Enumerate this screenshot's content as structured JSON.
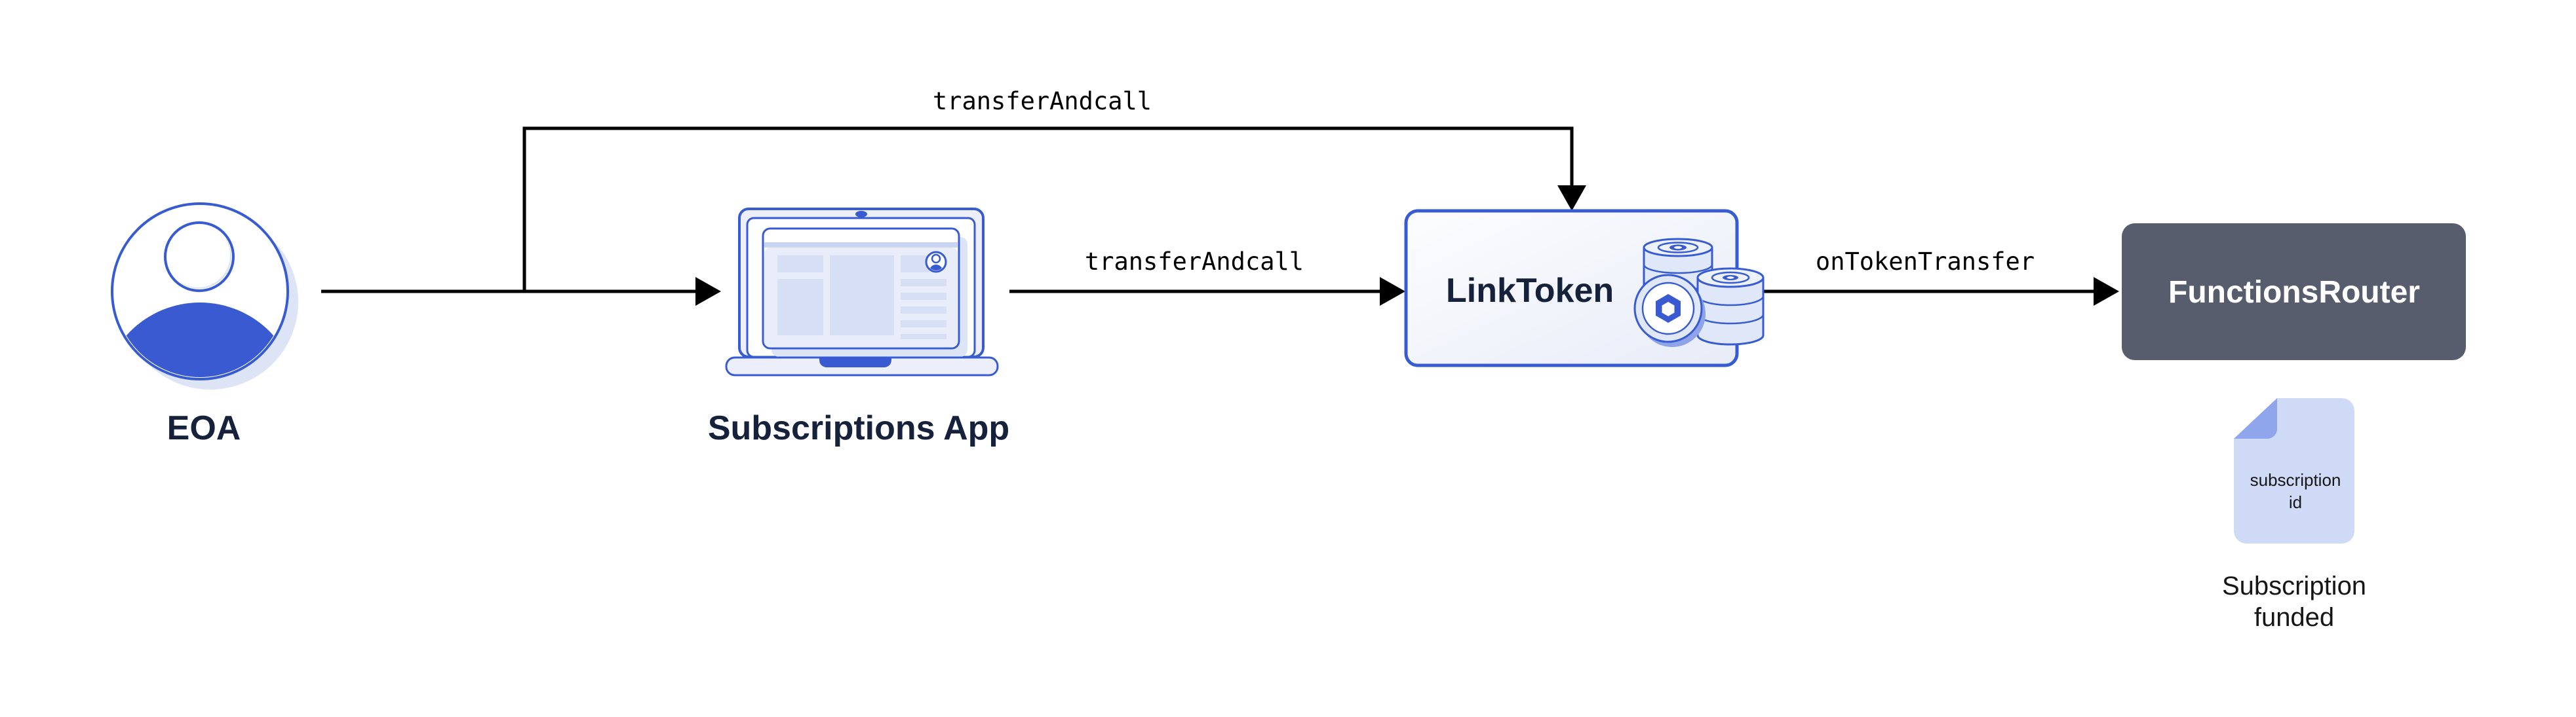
{
  "nodes": {
    "eoa": {
      "label": "EOA",
      "icon": "person-avatar-icon"
    },
    "subscriptions_app": {
      "label": "Subscriptions App",
      "icon": "laptop-browser-icon"
    },
    "link_token": {
      "label": "LinkToken",
      "icon": "coin-stack-icon"
    },
    "functions_router": {
      "label": "FunctionsRouter"
    }
  },
  "edges": {
    "eoa_to_linktoken": {
      "label": "transferAndcall"
    },
    "app_to_linktoken": {
      "label": "transferAndcall"
    },
    "linktoken_to_router": {
      "label": "onTokenTransfer"
    }
  },
  "artifacts": {
    "subscription_doc": {
      "icon": "document-icon",
      "line1": "subscription",
      "line2": "id"
    },
    "result_caption": {
      "line1": "Subscription",
      "line2": "funded"
    }
  },
  "colors": {
    "brand_blue": "#375BD2",
    "fill_blue": "#3A5AD1",
    "coin_shadow": "#8FA3E8",
    "light_panel": "#ECEFFA",
    "content_fill": "#E8EDF9",
    "block_fill": "#D7DFF5",
    "strip_fill": "#CBD5F3",
    "shadow_fill": "#DCE4F6",
    "coin_fill": "#DFE7F8",
    "coin_top": "#ECF1FB",
    "router_gray": "#575D6D",
    "doc_fill": "#CFDAF7",
    "doc_fold": "#8FA5EC",
    "label_navy": "#16213B",
    "box_grad_a": "#FCFDFE",
    "box_grad_b": "#E8ECF8"
  }
}
